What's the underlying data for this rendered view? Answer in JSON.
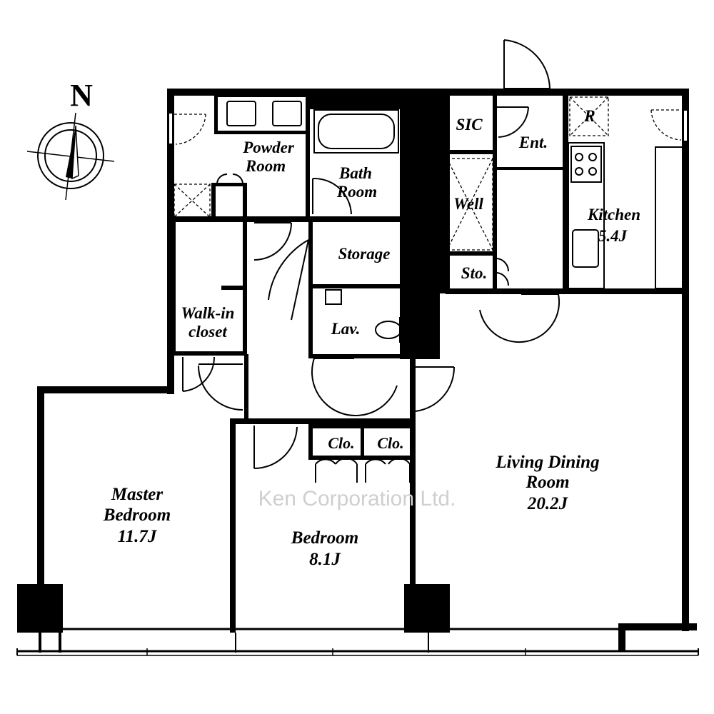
{
  "compass": {
    "label": "N"
  },
  "rooms": {
    "powder_room": {
      "line1": "Powder",
      "line2": "Room"
    },
    "bath_room": {
      "line1": "Bath",
      "line2": "Room"
    },
    "sic": {
      "label": "SIC"
    },
    "entrance": {
      "label": "Ent."
    },
    "refrigerator": {
      "label": "R"
    },
    "well": {
      "label": "Well"
    },
    "kitchen": {
      "line1": "Kitchen",
      "line2": "5.4J"
    },
    "storage": {
      "label": "Storage"
    },
    "sto": {
      "label": "Sto."
    },
    "walk_in_closet": {
      "line1": "Walk-in",
      "line2": "closet"
    },
    "lavatory": {
      "label": "Lav."
    },
    "closet_1": {
      "label": "Clo."
    },
    "closet_2": {
      "label": "Clo."
    },
    "living_dining": {
      "line1": "Living Dining",
      "line2": "Room",
      "line3": "20.2J"
    },
    "master_bedroom": {
      "line1": "Master",
      "line2": "Bedroom",
      "line3": "11.7J"
    },
    "bedroom": {
      "line1": "Bedroom",
      "line2": "8.1J"
    }
  },
  "watermark": "Ken Corporation Ltd."
}
